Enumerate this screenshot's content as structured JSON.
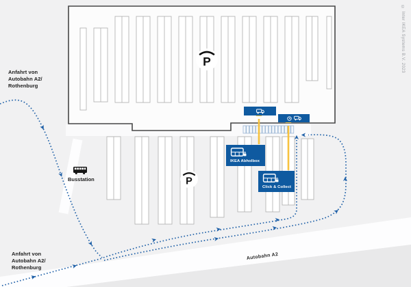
{
  "labels": {
    "approach_top": [
      "Anfahrt von",
      "Autobahn A2/",
      "Rothenburg"
    ],
    "approach_bottom": [
      "Anfahrt von",
      "Autobahn A2/",
      "Rothenburg"
    ],
    "busstation": "Busstation",
    "autobahn": "Autobahn A2",
    "parking_letter": "P",
    "copyright": "© Inter IKEA Systems B.V. 2023"
  },
  "panels": {
    "abholbox": {
      "label": "IKEA Abholbox",
      "icon": "pickup-lockers-icon"
    },
    "click_collect": {
      "label": "Click & Collect",
      "icon": "pickup-lockers-icon"
    },
    "pickup_lane_van": {
      "icon": "delivery-van-icon"
    },
    "pickup_lane_timed": {
      "icons": [
        "clock-icon",
        "delivery-van-icon"
      ]
    }
  },
  "icons": {
    "bus": "bus-icon",
    "parking": "parking-roof-icon",
    "lock": "padlock-icon"
  },
  "colors": {
    "ikea_blue": "#0f5aa0",
    "route_blue": "#1d5fa7",
    "arrow_yellow": "#f7c23e",
    "map_bg": "#f1f1f2",
    "road_white": "#fdfdfe",
    "building_stroke": "#474747"
  }
}
